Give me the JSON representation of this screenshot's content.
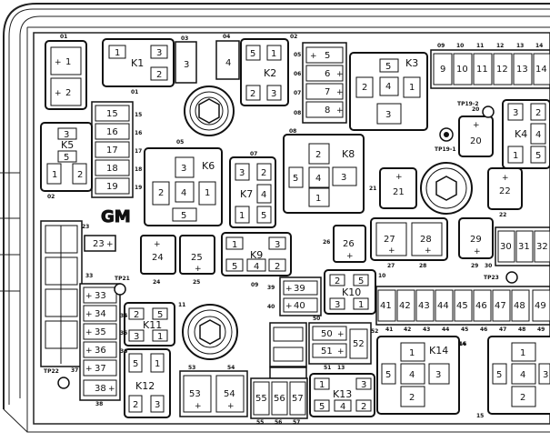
{
  "logo": "GM",
  "tags": {
    "t01": "01",
    "t02": "02",
    "t03": "03",
    "t04": "04",
    "t05": "05",
    "t06": "06",
    "t07": "07",
    "t08": "08",
    "t09": "09",
    "t10": "10",
    "t11": "11",
    "t12": "12",
    "t13": "13",
    "t14": "14",
    "t15": "15",
    "t16": "16",
    "t17": "17",
    "t18": "18",
    "t19": "19",
    "t20": "20",
    "t21": "21",
    "t22": "22",
    "t23": "23",
    "t24": "24",
    "t25": "25",
    "t26": "26",
    "t27": "27",
    "t28": "28",
    "t29": "29",
    "t30": "30",
    "t33": "33",
    "t34": "34",
    "t35": "35",
    "t36": "36",
    "t37": "37",
    "t38": "38",
    "t39": "39",
    "t40": "40",
    "t41": "41",
    "t42": "42",
    "t43": "43",
    "t44": "44",
    "t45": "45",
    "t46": "46",
    "t47": "47",
    "t48": "48",
    "t49": "49",
    "t50": "50",
    "t51": "51",
    "t52": "52",
    "t53": "53",
    "t54": "54",
    "t55": "55",
    "t56": "56",
    "t57": "57"
  },
  "test_points": {
    "tp19_2": "TP19-2",
    "tp19_1": "TP19-1",
    "tp21": "TP21",
    "tp22": "TP22",
    "tp23": "TP23"
  },
  "relays": {
    "k1": "K1",
    "k2": "K2",
    "k3": "K3",
    "k4": "K4",
    "k5": "K5",
    "k6": "K6",
    "k7": "K7",
    "k8": "K8",
    "k9": "K9",
    "k10": "K10",
    "k11": "K11",
    "k12": "K12",
    "k13": "K13",
    "k14": "K14"
  },
  "fuses": {
    "f1": "1",
    "f2": "2",
    "f3": "3",
    "f4": "4",
    "f5": "5",
    "f6": "6",
    "f7": "7",
    "f8": "8",
    "f9": "9",
    "f10": "10",
    "f11": "11",
    "f12": "12",
    "f13": "13",
    "f14": "14",
    "f15": "15",
    "f16": "16",
    "f17": "17",
    "f18": "18",
    "f19": "19",
    "f20": "20",
    "f21": "21",
    "f22": "22",
    "f23": "23",
    "f24": "24",
    "f25": "25",
    "f26": "26",
    "f27": "27",
    "f28": "28",
    "f29": "29",
    "f30": "30",
    "f31": "31",
    "f32": "32",
    "f33": "33",
    "f34": "34",
    "f35": "35",
    "f36": "36",
    "f37": "37",
    "f38": "38",
    "f39": "39",
    "f40": "40",
    "f41": "41",
    "f42": "42",
    "f43": "43",
    "f44": "44",
    "f45": "45",
    "f46": "46",
    "f47": "47",
    "f48": "48",
    "f49": "49",
    "f50": "50",
    "f51": "51",
    "f52": "52",
    "f53": "53",
    "f54": "54",
    "f55": "55",
    "f56": "56",
    "f57": "57"
  },
  "pins": {
    "n1": "1",
    "n2": "2",
    "n3": "3",
    "n4": "4",
    "n5": "5"
  },
  "symbols": {
    "plus": "+"
  }
}
